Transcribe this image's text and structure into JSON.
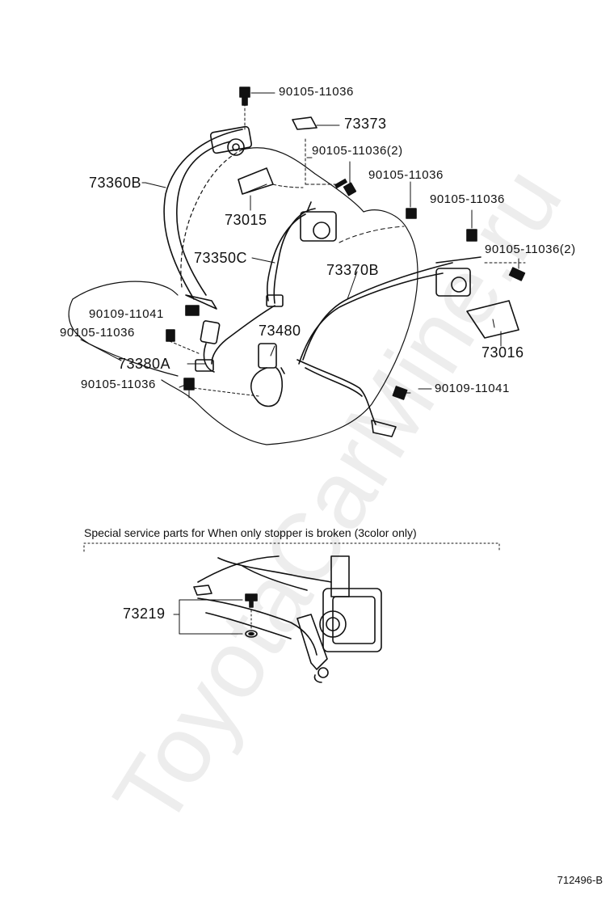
{
  "labels": {
    "b_90105_11036_top": "90105-11036",
    "p_73373": "73373",
    "b_90105_11036_2a": "90105-11036(2)",
    "b_90105_11036_mid1": "90105-11036",
    "p_73360B": "73360B",
    "b_90105_11036_mid2": "90105-11036",
    "p_73015": "73015",
    "b_90105_11036_2b": "90105-11036(2)",
    "p_73350C": "73350C",
    "p_73370B": "73370B",
    "b_90109_11041_left": "90109-11041",
    "b_90105_11036_left": "90105-11036",
    "p_73480": "73480",
    "p_73016": "73016",
    "p_73380A": "73380A",
    "b_90105_11036_bottom": "90105-11036",
    "b_90109_11041_right": "90109-11041",
    "p_73219": "73219"
  },
  "note": "Special service parts for When only stopper is broken (3color only)",
  "diagram_code": "712496-B",
  "watermark": "ToyotaCarMine.ru",
  "colors": {
    "ink": "#111111",
    "watermark": "#000000"
  }
}
